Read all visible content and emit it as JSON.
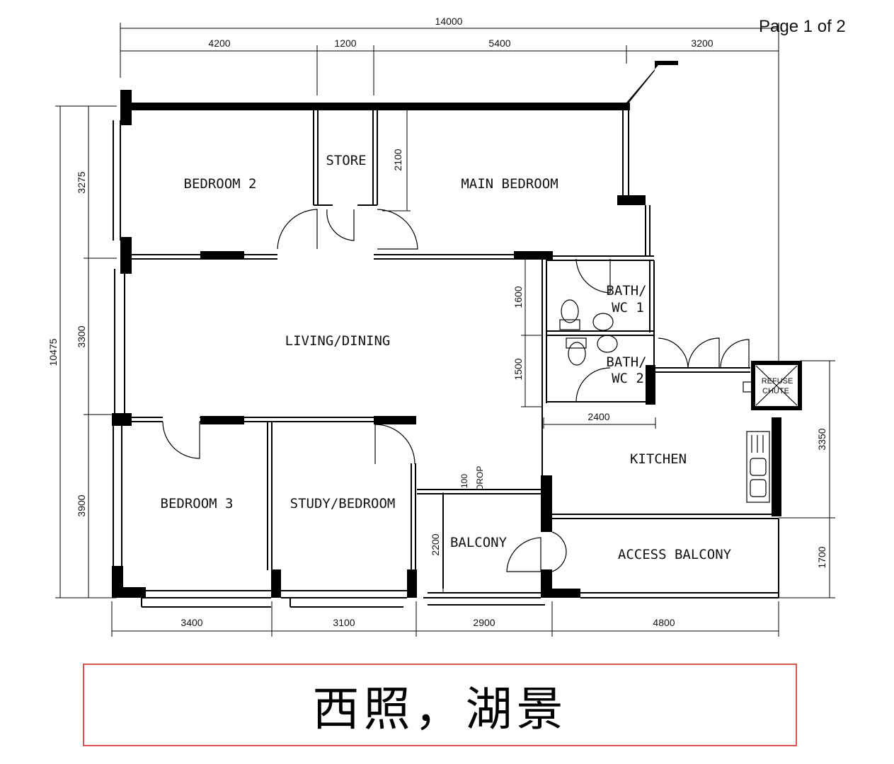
{
  "page_label": "Page 1 of 2",
  "rooms": {
    "bedroom2": "BEDROOM 2",
    "store": "STORE",
    "main_bedroom": "MAIN BEDROOM",
    "living_dining": "LIVING/DINING",
    "bath1_line1": "BATH/",
    "bath1_line2": "WC 1",
    "bath2_line1": "BATH/",
    "bath2_line2": "WC 2",
    "refuse_line1": "REFUSE",
    "refuse_line2": "CHUTE",
    "kitchen": "KITCHEN",
    "bedroom3": "BEDROOM 3",
    "study": "STUDY/BEDROOM",
    "balcony": "BALCONY",
    "access_balcony": "ACCESS BALCONY",
    "drop_num": "100",
    "drop_word": "DROP"
  },
  "dimensions": {
    "overall_width": "14000",
    "top": [
      "4200",
      "1200",
      "5400",
      "3200"
    ],
    "bottom": [
      "3400",
      "3100",
      "2900",
      "4800"
    ],
    "overall_height": "10475",
    "left": [
      "3275",
      "3300",
      "3900"
    ],
    "store_depth": "2100",
    "bath1": "1600",
    "bath2": "1500",
    "bath_width": "2400",
    "balcony_depth": "2200",
    "right_kitchen": "3350",
    "right_access": "1700"
  },
  "caption": "西照，湖景"
}
